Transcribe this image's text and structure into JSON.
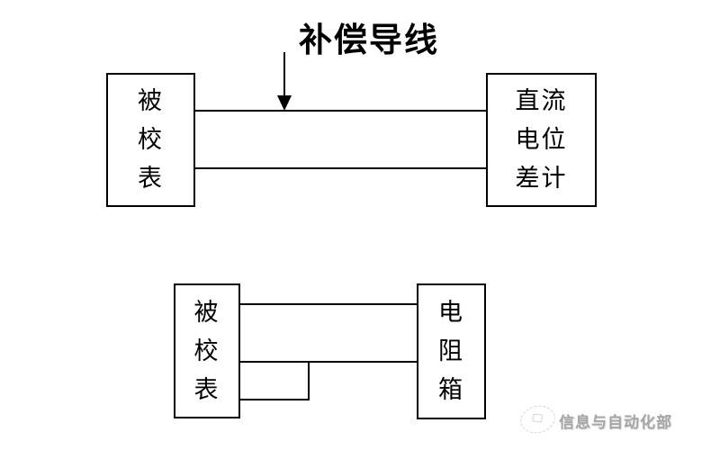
{
  "colors": {
    "background": "#ffffff",
    "line": "#000000",
    "text": "#000000",
    "watermark": "#a6a6a6"
  },
  "top_diagram": {
    "annotation": "补偿导线",
    "left_box_label": [
      "被",
      "校",
      "表"
    ],
    "right_box_label": [
      "直流",
      "电位",
      "差计"
    ]
  },
  "bottom_diagram": {
    "left_box_label": [
      "被",
      "校",
      "表"
    ],
    "right_box_label": [
      "电",
      "阻",
      "箱"
    ]
  },
  "watermark": {
    "text": "信息与自动化部"
  }
}
